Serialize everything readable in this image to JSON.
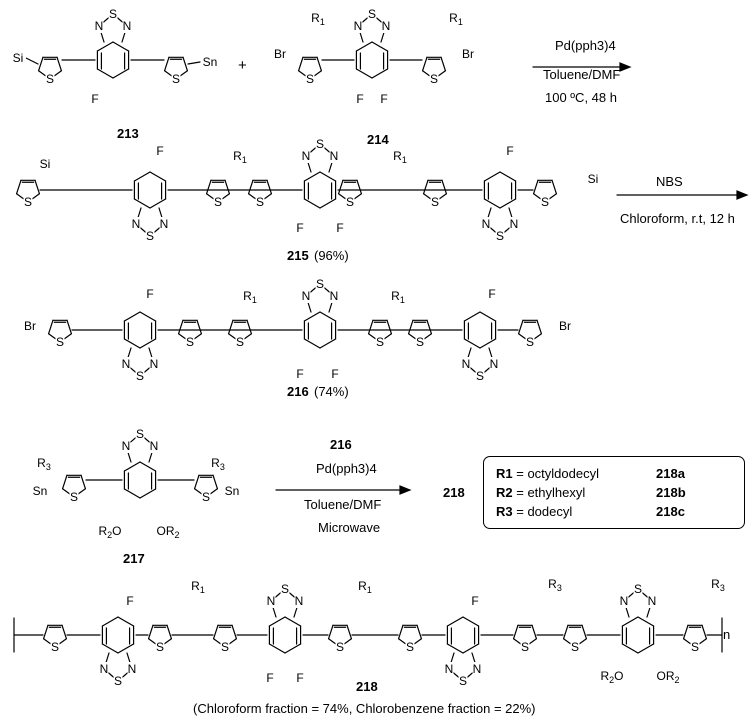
{
  "step1": {
    "compound_a": "213",
    "compound_b": "214",
    "plus": "+",
    "reagent": "Pd(pph3)4",
    "solvent": "Toluene/DMF",
    "conditions": "100 ºC, 48 h"
  },
  "step2": {
    "product": "215",
    "yield": "(96%)",
    "reagent": "NBS",
    "conditions": "Chloroform, r.t, 12 h"
  },
  "step3": {
    "product": "216",
    "yield": "(74%)"
  },
  "step4": {
    "monomer_a": "216",
    "monomer_b": "217",
    "reagent": "Pd(pph3)4",
    "solvent": "Toluene/DMF",
    "conditions": "Microwave",
    "product": "218"
  },
  "legend": {
    "rows": [
      {
        "symbol": "R1",
        "text": "= octyldodecyl",
        "code": "218a"
      },
      {
        "symbol": "R2",
        "text": "= ethylhexyl",
        "code": "218b"
      },
      {
        "symbol": "R3",
        "text": "= dodecyl",
        "code": "218c"
      }
    ]
  },
  "polymer": {
    "label": "218",
    "repeat": "n",
    "fractions": "(Chloroform fraction = 74%, Chlorobenzene fraction = 22%)"
  },
  "atoms": {
    "S": "S",
    "N": "N",
    "F": "F",
    "Br": "Br",
    "Si": "Si",
    "Sn": "Sn",
    "R1": "R1",
    "R3": "R3",
    "R2O": "R2O",
    "OR2": "OR2"
  }
}
